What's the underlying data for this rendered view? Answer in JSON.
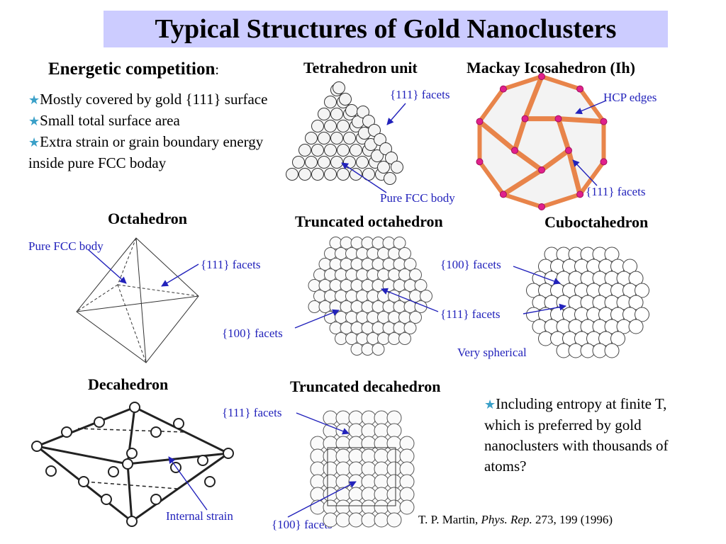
{
  "title": "Typical Structures of Gold Nanoclusters",
  "energetic": {
    "heading": "Energetic competition",
    "colon": ":",
    "bullets": [
      "Mostly covered by gold {111} surface",
      "Small total surface area",
      "Extra strain or grain boundary energy inside pure FCC boday"
    ]
  },
  "structures": {
    "tetrahedron": {
      "name": "Tetrahedron unit",
      "labels": [
        "{111} facets",
        "Pure FCC body"
      ]
    },
    "icosahedron": {
      "name": "Mackay Icosahedron (Ih)",
      "labels": [
        "HCP edges",
        "{111} facets"
      ]
    },
    "octahedron": {
      "name": "Octahedron",
      "labels": [
        "Pure FCC body",
        "{111} facets"
      ]
    },
    "truncated_octahedron": {
      "name": "Truncated octahedron",
      "labels": [
        "{100} facets"
      ]
    },
    "cuboctahedron": {
      "name": "Cuboctahedron",
      "labels": [
        "{100} facets",
        "{111} facets",
        "Very spherical"
      ]
    },
    "decahedron": {
      "name": "Decahedron",
      "labels": [
        "Internal strain"
      ]
    },
    "truncated_decahedron": {
      "name": "Truncated decahedron",
      "labels": [
        "{111} facets",
        "{100} facets"
      ]
    }
  },
  "entropy_note": "Including entropy at finite T, which is preferred by gold nanoclusters with thousands of atoms?",
  "citation": {
    "authors": "T. P. Martin, ",
    "journal": "Phys. Rep.",
    "rest": " 273, 199 (1996)"
  },
  "icons": {
    "bullet": "star-bullet-icon"
  },
  "colors": {
    "title_bar": "#ccccff",
    "annotation": "#2222bb",
    "bullet_star": "#3aa0c8",
    "icosa_edge": "#e8844a",
    "icosa_vertex": "#e0208c"
  }
}
